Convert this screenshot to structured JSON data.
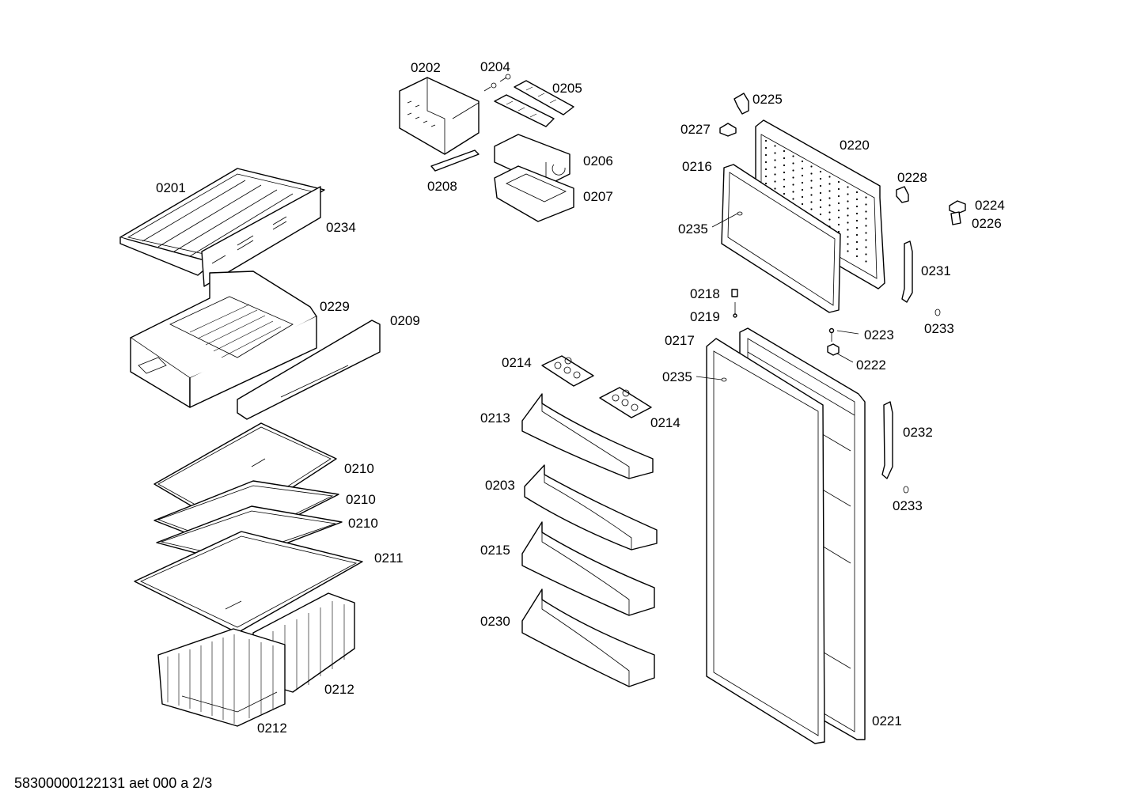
{
  "labels": {
    "p0201": "0201",
    "p0202": "0202",
    "p0203": "0203",
    "p0204": "0204",
    "p0205": "0205",
    "p0206": "0206",
    "p0207": "0207",
    "p0208": "0208",
    "p0209": "0209",
    "p0210a": "0210",
    "p0210b": "0210",
    "p0210c": "0210",
    "p0211": "0211",
    "p0212a": "0212",
    "p0212b": "0212",
    "p0213": "0213",
    "p0214a": "0214",
    "p0214b": "0214",
    "p0215": "0215",
    "p0216": "0216",
    "p0217": "0217",
    "p0218": "0218",
    "p0219": "0219",
    "p0220": "0220",
    "p0221": "0221",
    "p0222": "0222",
    "p0223": "0223",
    "p0224": "0224",
    "p0225": "0225",
    "p0226": "0226",
    "p0227": "0227",
    "p0228": "0228",
    "p0229": "0229",
    "p0230": "0230",
    "p0231": "0231",
    "p0232": "0232",
    "p0233a": "0233",
    "p0233b": "0233",
    "p0234": "0234",
    "p0235a": "0235",
    "p0235b": "0235"
  },
  "footer": "58300000122131 aet 000 a 2/3"
}
